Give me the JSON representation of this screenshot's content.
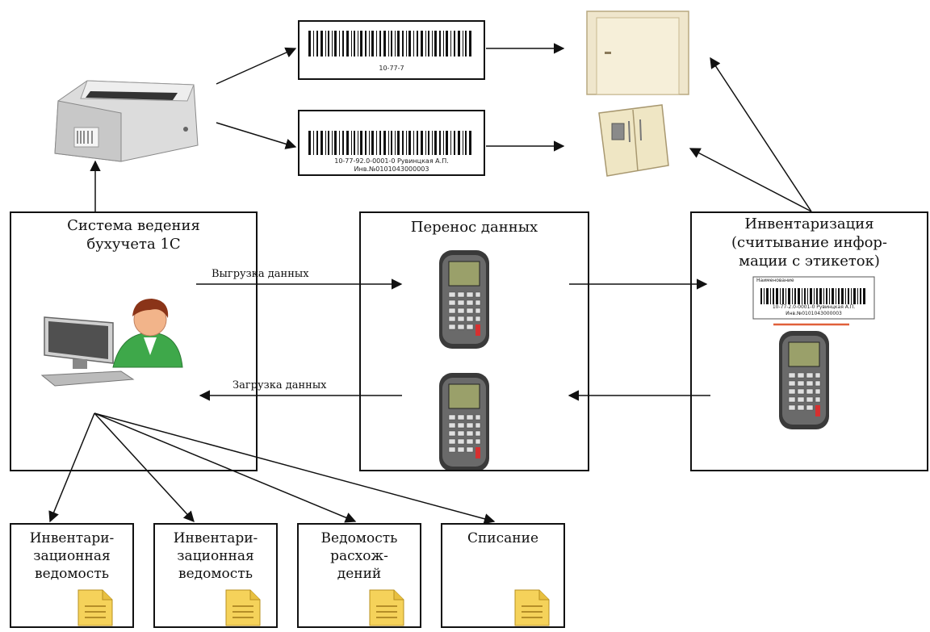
{
  "system_box": {
    "title_line1": "Система ведения",
    "title_line2": "бухучета 1С"
  },
  "transfer_box": {
    "title": "Перенос данных"
  },
  "inventory_box": {
    "title_line1": "Инвентаризация",
    "title_line2": "(считывание инфор-",
    "title_line3": "мации с этикеток)"
  },
  "flows": {
    "upload": "Выгрузка данных",
    "download": "Загрузка данных"
  },
  "labels": {
    "door_code": "10-77-7",
    "fridge_code_line1": "10-77-92.0-0001-0 Рувинцкая А.П.",
    "fridge_code_line2": "Инв.№0101043000003",
    "scanned_line1": "Наименование",
    "scanned_line2": "10-77-2.0-0001-0 Рувинцкая А.П.",
    "scanned_line3": "Инв.№0101043000003"
  },
  "reports": [
    {
      "line1": "Инвентари-",
      "line2": "зационная",
      "line3": "ведомость"
    },
    {
      "line1": "Инвентари-",
      "line2": "зационная",
      "line3": "ведомость"
    },
    {
      "line1": "Ведомость",
      "line2": "расхож-",
      "line3": "дений"
    },
    {
      "line1": "Списание",
      "line2": "",
      "line3": ""
    }
  ],
  "colors": {
    "line": "#111111",
    "door": "#efe6cc",
    "doc": "#f5d25a",
    "scanner": "#3a3a3a",
    "accent": "#e0603a"
  }
}
